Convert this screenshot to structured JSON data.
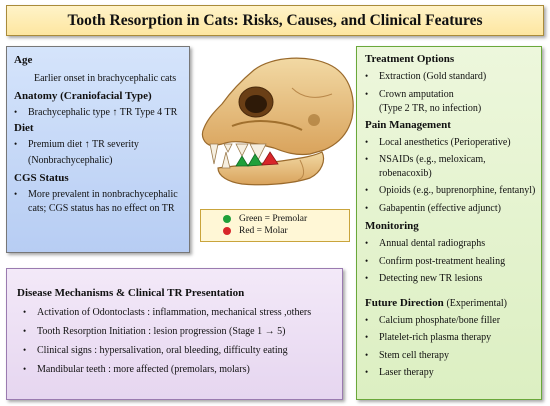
{
  "title": "Tooth Resorption in Cats: Risks, Causes, and Clinical Features",
  "left": {
    "age_heading": "Age",
    "age_text": "Earlier onset in brachycephalic cats",
    "anatomy_heading": "Anatomy (Craniofacial Type)",
    "anatomy_item": "Brachycephalic type ↑ TR Type 4 TR",
    "diet_heading": "Diet",
    "diet_item": "Premium diet ↑ TR severity",
    "diet_item_sub": "(Nonbrachycephalic)",
    "cgs_heading": "CGS Status",
    "cgs_item": "More prevalent in nonbrachycephalic cats; CGS status has no effect on TR"
  },
  "legend": {
    "green": "Green = Premolar",
    "red": "Red     = Molar",
    "green_color": "#1fa03a",
    "red_color": "#d8262a"
  },
  "bottom": {
    "heading": "Disease Mechanisms & Clinical TR Presentation",
    "items": [
      "Activation of Odontoclasts  : inflammation, mechanical stress ,others",
      "Tooth Resorption Initiation : lesion progression (Stage 1 → 5)",
      "Clinical signs : hypersalivation, oral bleeding, difficulty eating",
      "Mandibular teeth : more affected (premolars, molars)"
    ]
  },
  "right": {
    "treatment_heading": "Treatment Options",
    "treatment_1": "Extraction (Gold standard)",
    "treatment_2": "Crown amputation",
    "treatment_2_sub": "(Type 2 TR, no infection)",
    "pain_heading": "Pain Management",
    "pain_1": "Local anesthetics (Perioperative)",
    "pain_2": "NSAIDs (e.g., meloxicam, robenacoxib)",
    "pain_3": "Opioids (e.g., buprenorphine, fentanyl)",
    "pain_4": "Gabapentin (effective adjunct)",
    "monitoring_heading": "Monitoring",
    "monitoring_1": "Annual dental radiographs",
    "monitoring_2": "Confirm post-treatment healing",
    "monitoring_3": "Detecting new TR lesions",
    "future_heading": "Future Direction",
    "future_note": "(Experimental)",
    "future_1": "Calcium phosphate/bone filler",
    "future_2": "Platelet-rich plasma therapy",
    "future_3": "Stem cell therapy",
    "future_4": "Laser therapy"
  }
}
